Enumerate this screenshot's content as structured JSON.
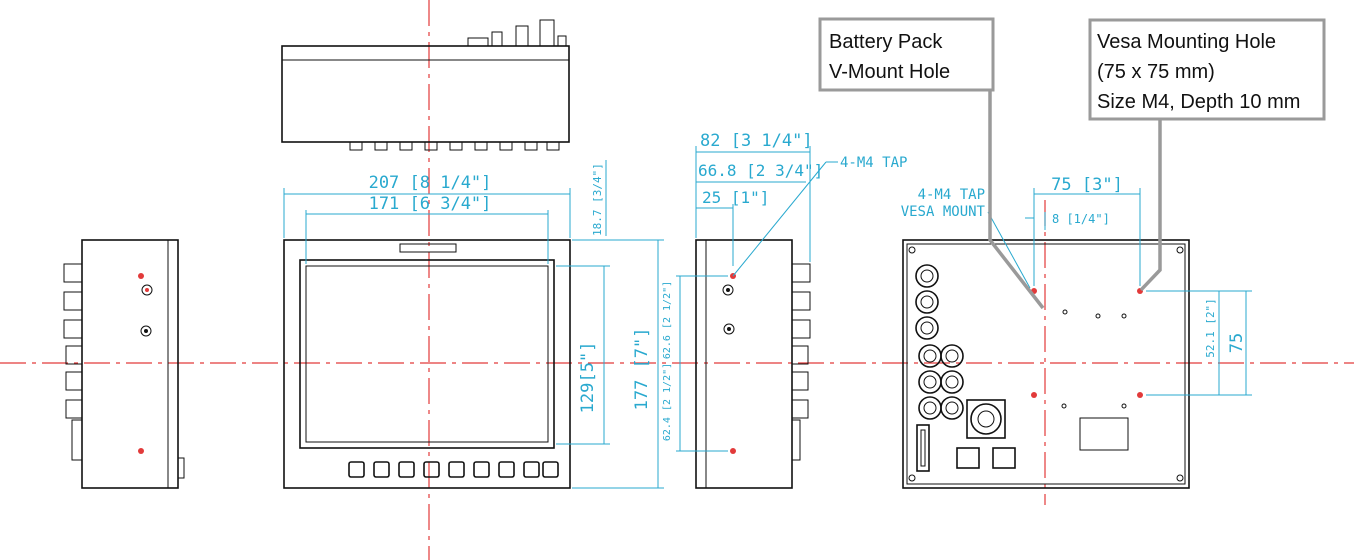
{
  "colors": {
    "dimension": "#29a9cf",
    "centerline": "#e23a3a",
    "outline": "#111111",
    "callout": "#9a9a9a"
  },
  "callouts": {
    "battery": {
      "line1": "Battery Pack",
      "line2": "V-Mount Hole"
    },
    "vesa": {
      "line1": "Vesa Mounting Hole",
      "line2": "(75 x 75 mm)",
      "line3": "Size M4, Depth 10 mm"
    }
  },
  "front_view": {
    "overall_width": "207 [8 1/4\"]",
    "screen_width": "171 [6 3/4\"]",
    "top_depth": "18.7 [3/4\"]",
    "screen_height_in": "[5\"]",
    "screen_height_mm": "129",
    "overall_height_in": "[7\"]",
    "overall_height_mm": "177"
  },
  "side_view": {
    "depth_total": "82 [3 1/4\"]",
    "depth_mid": "66.8 [2 3/4\"]",
    "depth_hole": "25 [1\"]",
    "tap_label": "4-M4 TAP",
    "upper_offset": "62.6 [2 1/2\"]",
    "lower_offset": "62.4 [2 1/2\"]"
  },
  "rear_view": {
    "tap_label_1": "4-M4 TAP",
    "tap_label_2": "VESA MOUNT",
    "vesa_width": "75 [3\"]",
    "offset": "8 [1/4\"]",
    "vertical_pitch": "52.1 [2\"]",
    "vesa_height": "75"
  }
}
